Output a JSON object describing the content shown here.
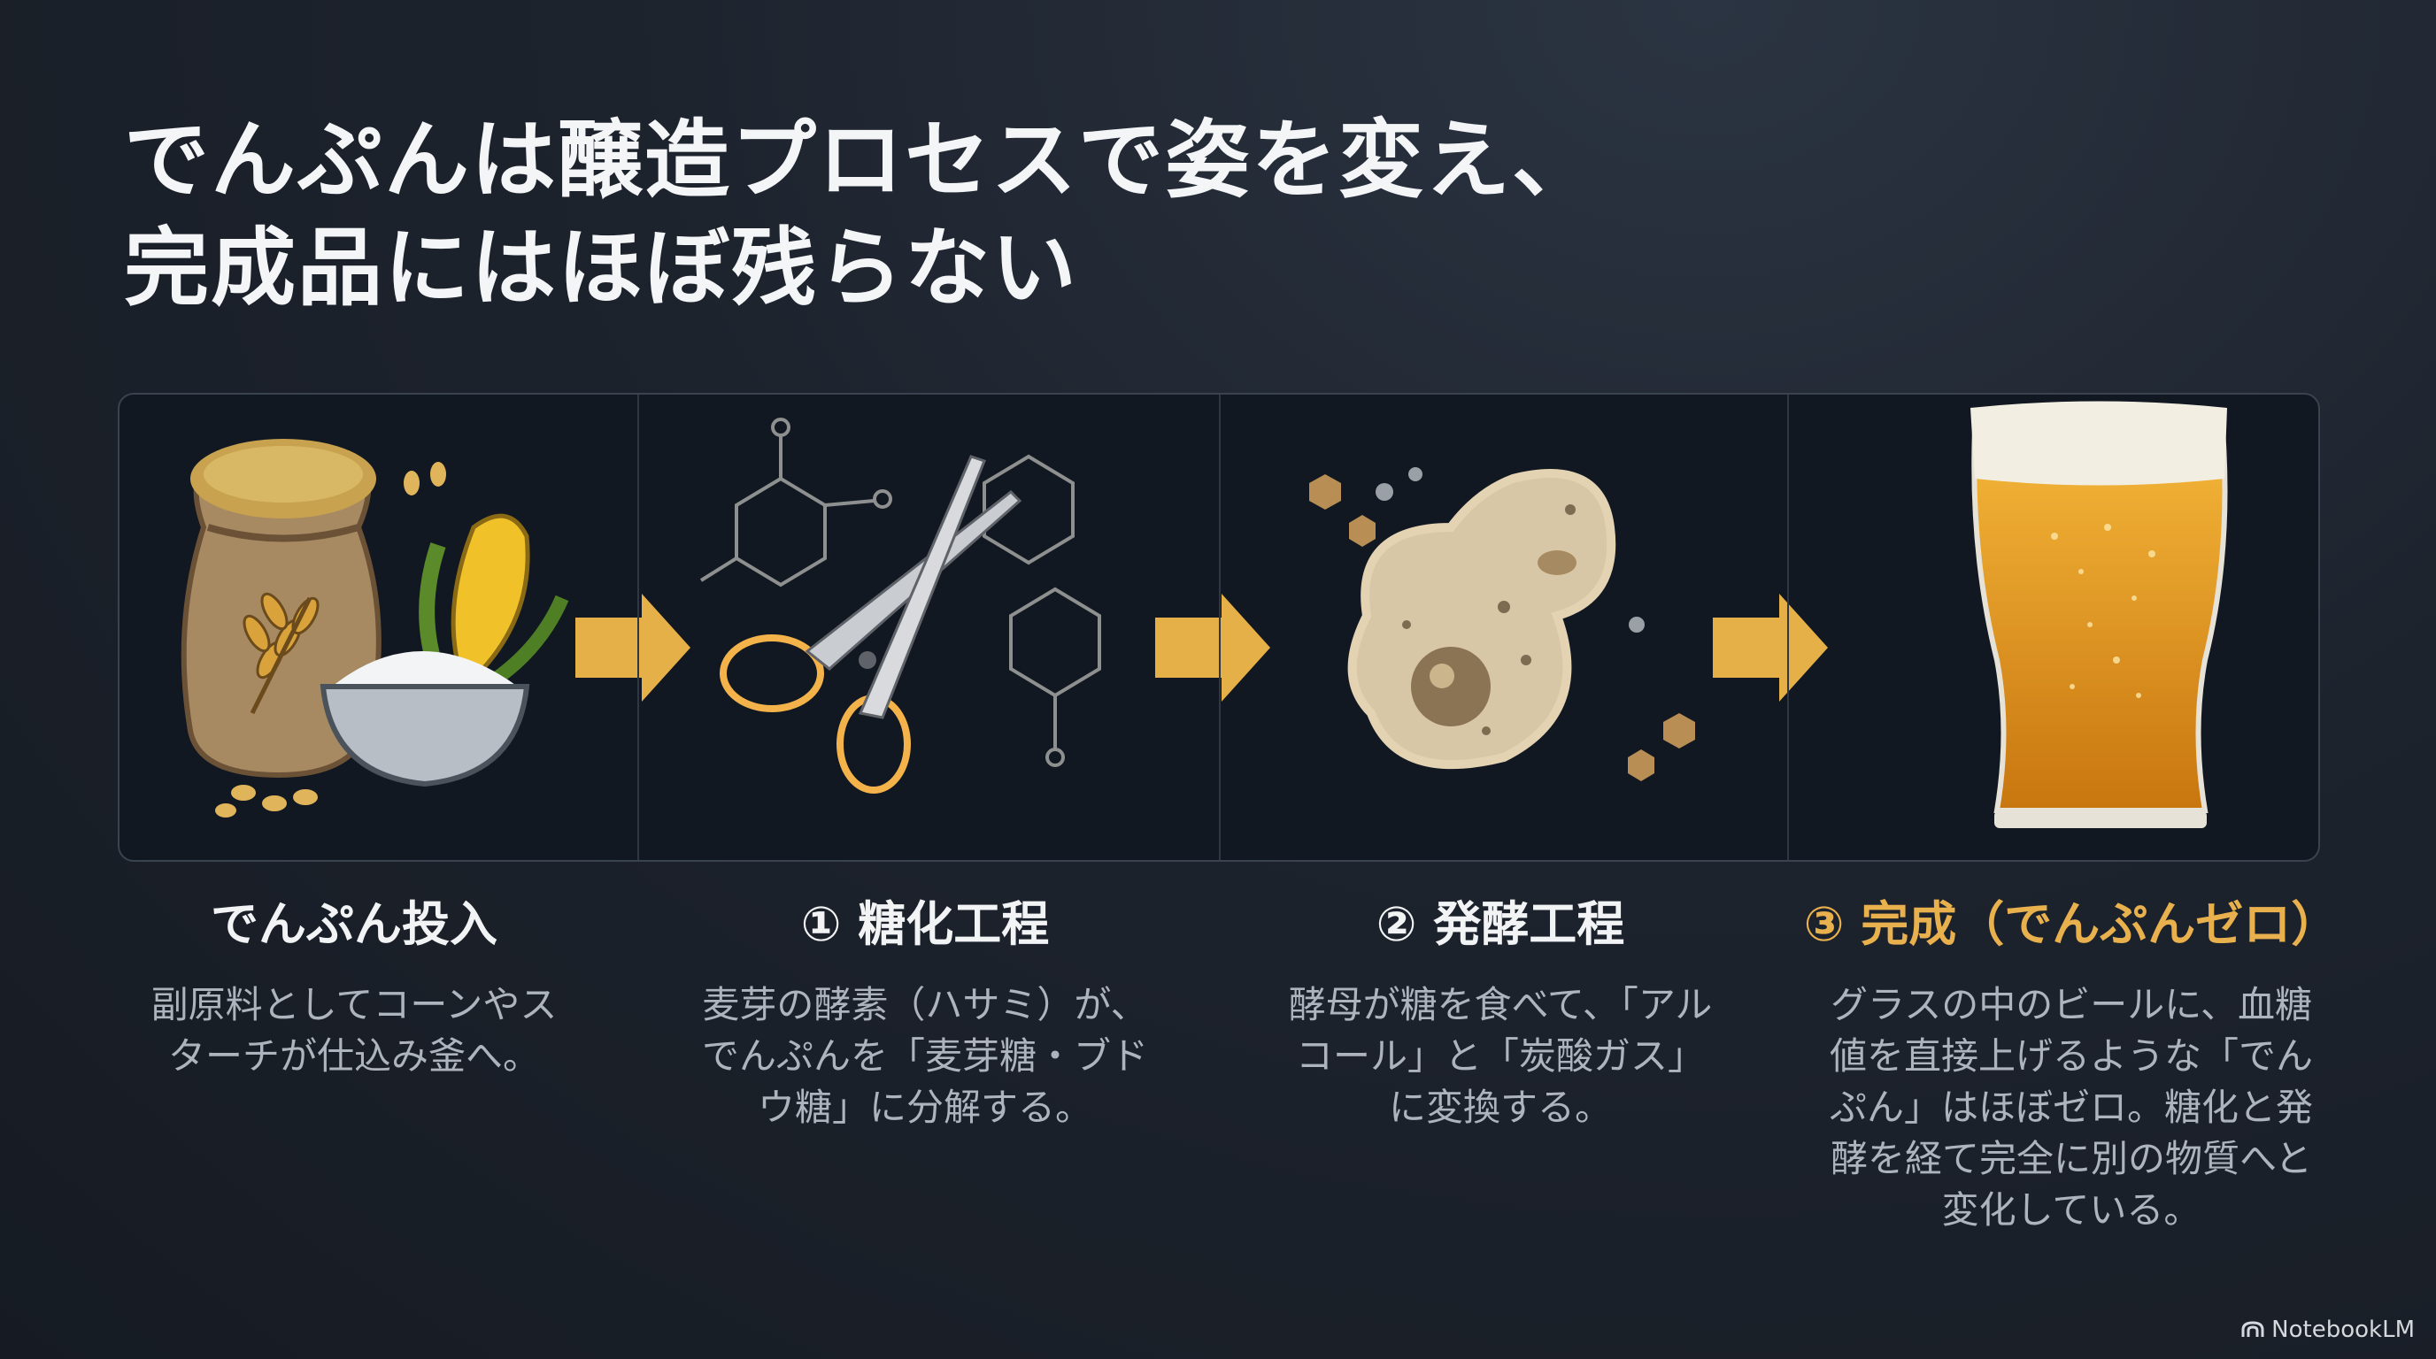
{
  "title": {
    "line1": "でんぷんは醸造プロセスで姿を変え、",
    "line2": "完成品にはほぼ残らない"
  },
  "steps": [
    {
      "title": "でんぷん投入",
      "desc_lines": [
        "副原料としてコーンやス",
        "ターチが仕込み釜へ。"
      ],
      "icon": "grain-sack-corn-starch-icon"
    },
    {
      "title": "① 糖化工程",
      "desc_lines": [
        "麦芽の酵素（ハサミ）が、",
        "でんぷんを「麦芽糖・ブド",
        "ウ糖」に分解する。"
      ],
      "icon": "scissors-molecule-icon"
    },
    {
      "title": "② 発酵工程",
      "desc_lines": [
        "酵母が糖を食べて、「アル",
        "コール」と「炭酸ガス」",
        "に変換する。"
      ],
      "icon": "yeast-cell-icon"
    },
    {
      "title": "③ 完成（でんぷんゼロ）",
      "desc_lines": [
        "グラスの中のビールに、血糖",
        "値を直接上げるような「でん",
        "ぷん」はほぼゼロ。糖化と発",
        "酵を経て完全に別の物質へと",
        "変化している。"
      ],
      "icon": "beer-glass-icon"
    }
  ],
  "colors": {
    "accent_gold": "#e9b04e",
    "arrow": "#f2b84b"
  },
  "brand": {
    "label": "NotebookLM"
  }
}
